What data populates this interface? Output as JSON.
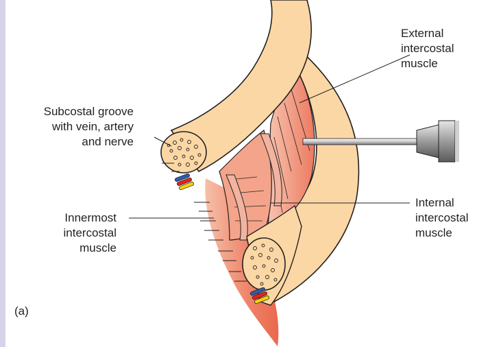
{
  "labels": {
    "external": [
      "External",
      "intercostal",
      "muscle"
    ],
    "subcostal": [
      "Subcostal groove",
      "with vein, artery",
      "and nerve"
    ],
    "internal": [
      "Internal",
      "intercostal",
      "muscle"
    ],
    "innermost": [
      "Innermost",
      "intercostal",
      "muscle"
    ],
    "panel": "(a)"
  },
  "colors": {
    "rib": "#fbd7a5",
    "outline": "#231f20",
    "muscle": "#ef8a6f",
    "muscle_light": "#f8c4b0",
    "vein": "#2e5aa8",
    "artery": "#e2231a",
    "nerve": "#f5d20a",
    "side_bar": "#d4d3e8"
  }
}
